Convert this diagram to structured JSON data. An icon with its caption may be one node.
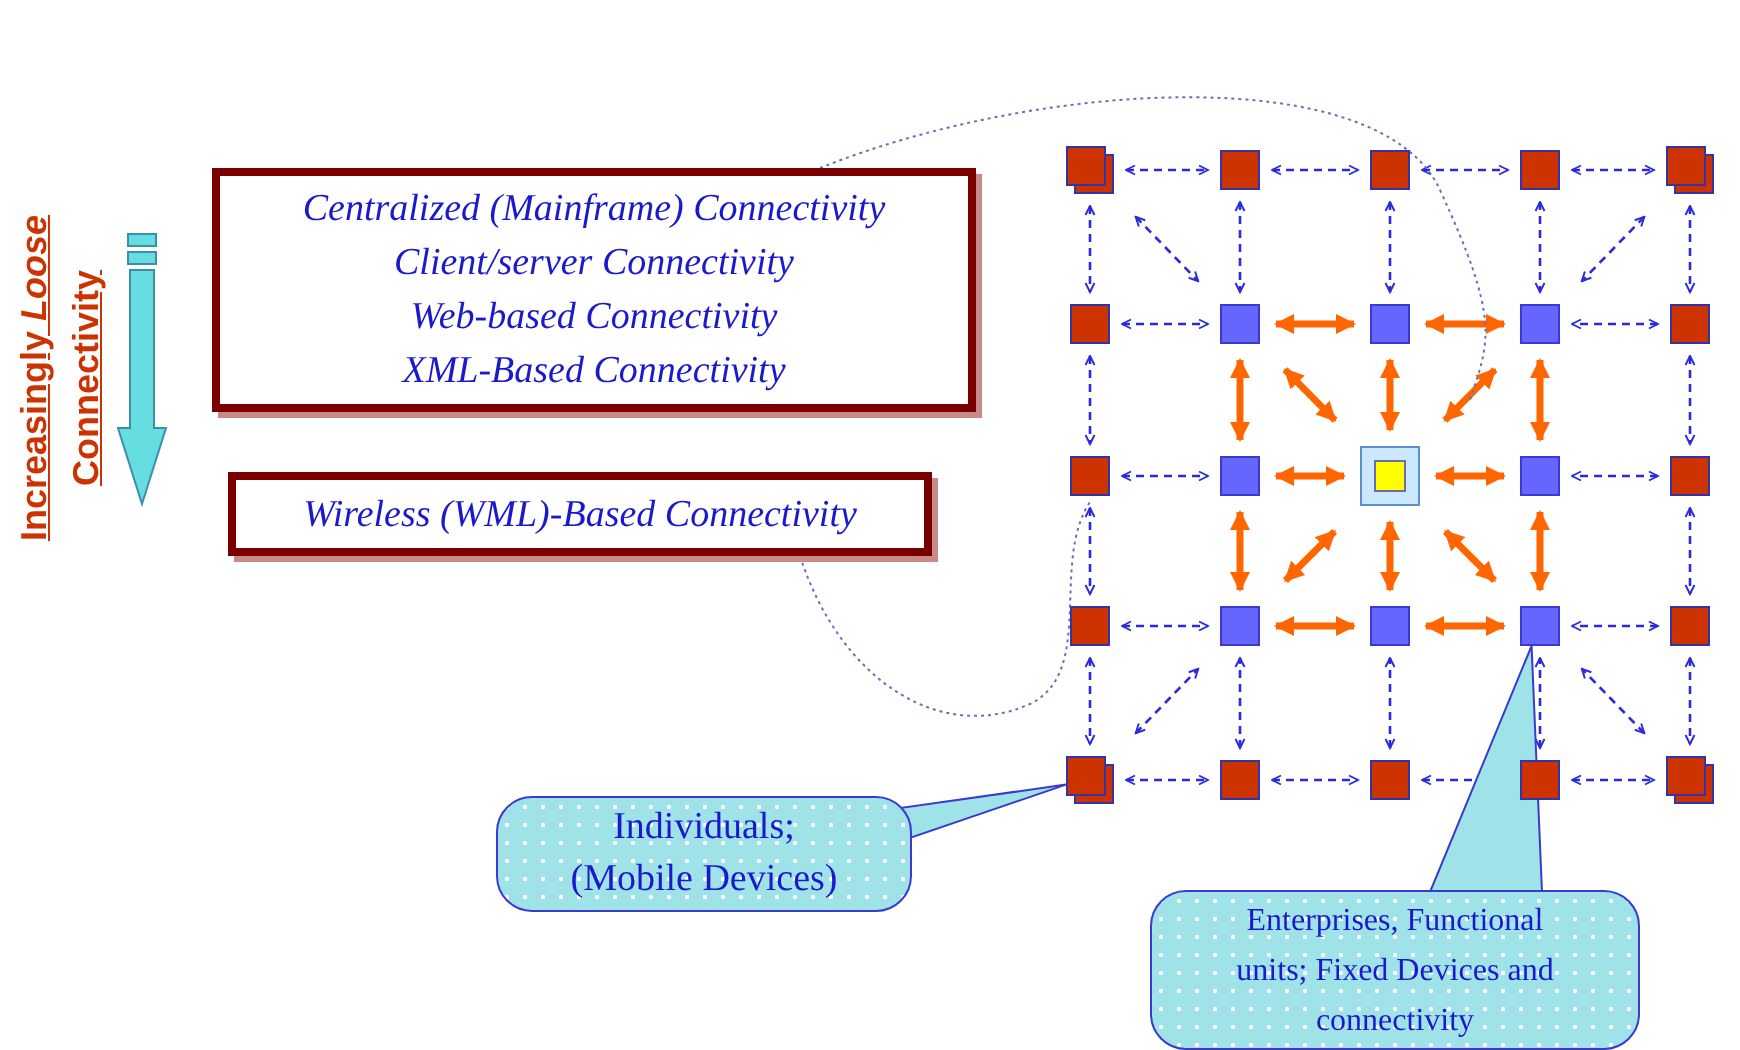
{
  "diagram": {
    "nodes": [
      {
        "text": [
          "Centralized (Mainframe) Connectivity",
          "Client/server Connectivity",
          "Web-based Connectivity",
          "XML-Based Connectivity"
        ]
      },
      {
        "text": [
          "Wireless (WML)-Based Connectivity"
        ]
      },
      {
        "text": [
          "Individuals; (Mobile Devices)"
        ]
      },
      {
        "text": [
          "Enterprises, Functional units; Fixed Devices and connectivity"
        ]
      },
      {
        "text": [],
        "shape": "box"
      },
      {
        "text": [],
        "shape": "box"
      },
      {
        "text": [],
        "shape": "box"
      },
      {
        "text": [],
        "shape": "box"
      },
      {
        "text": [],
        "shape": "box"
      },
      {
        "text": [],
        "shape": "box"
      },
      {
        "text": [],
        "shape": "box"
      },
      {
        "text": [],
        "shape": "box"
      },
      {
        "text": [],
        "shape": "box"
      },
      {
        "text": [],
        "shape": "box"
      },
      {
        "text": [],
        "shape": "box"
      },
      {
        "text": [],
        "shape": "box"
      },
      {
        "text": [],
        "shape": "box"
      },
      {
        "text": [],
        "shape": "box"
      },
      {
        "text": [],
        "shape": "box"
      },
      {
        "text": [],
        "shape": "box"
      },
      {
        "text": [],
        "shape": "box"
      },
      {
        "text": [],
        "shape": "box"
      },
      {
        "text": [],
        "shape": "box"
      },
      {
        "text": [],
        "shape": "box"
      },
      {
        "text": [],
        "shape": "box"
      },
      {
        "text": [],
        "shape": "box"
      },
      {
        "text": [],
        "shape": "box"
      },
      {
        "text": [],
        "shape": "box"
      },
      {
        "text": [],
        "shape": "box"
      }
    ],
    "edges": [
      {
        "from": 4,
        "to": 5,
        "arrow": "both",
        "style": "dashed"
      },
      {
        "from": 5,
        "to": 6,
        "arrow": "both",
        "style": "dashed"
      },
      {
        "from": 6,
        "to": 7,
        "arrow": "both",
        "style": "dashed"
      },
      {
        "from": 7,
        "to": 8,
        "arrow": "both",
        "style": "dashed"
      },
      {
        "from": 24,
        "to": 25,
        "arrow": "both",
        "style": "dashed"
      },
      {
        "from": 25,
        "to": 26,
        "arrow": "both",
        "style": "dashed"
      },
      {
        "from": 26,
        "to": 27,
        "arrow": "both",
        "style": "dashed"
      },
      {
        "from": 27,
        "to": 28,
        "arrow": "both",
        "style": "dashed"
      },
      {
        "from": 4,
        "to": 9,
        "arrow": "both",
        "style": "dashed"
      },
      {
        "from": 9,
        "to": 14,
        "arrow": "both",
        "style": "dashed"
      },
      {
        "from": 14,
        "to": 19,
        "arrow": "both",
        "style": "dashed"
      },
      {
        "from": 19,
        "to": 24,
        "arrow": "both",
        "style": "dashed"
      },
      {
        "from": 8,
        "to": 13,
        "arrow": "both",
        "style": "dashed"
      },
      {
        "from": 13,
        "to": 18,
        "arrow": "both",
        "style": "dashed"
      },
      {
        "from": 18,
        "to": 23,
        "arrow": "both",
        "style": "dashed"
      },
      {
        "from": 23,
        "to": 28,
        "arrow": "both",
        "style": "dashed"
      },
      {
        "from": 5,
        "to": 10,
        "arrow": "both",
        "style": "dashed"
      },
      {
        "from": 6,
        "to": 11,
        "arrow": "both",
        "style": "dashed"
      },
      {
        "from": 7,
        "to": 12,
        "arrow": "both",
        "style": "dashed"
      },
      {
        "from": 9,
        "to": 10,
        "arrow": "both",
        "style": "dashed"
      },
      {
        "from": 14,
        "to": 15,
        "arrow": "both",
        "style": "dashed"
      },
      {
        "from": 19,
        "to": 20,
        "arrow": "both",
        "style": "dashed"
      },
      {
        "from": 13,
        "to": 12,
        "arrow": "both",
        "style": "dashed"
      },
      {
        "from": 18,
        "to": 17,
        "arrow": "both",
        "style": "dashed"
      },
      {
        "from": 23,
        "to": 22,
        "arrow": "both",
        "style": "dashed"
      },
      {
        "from": 25,
        "to": 20,
        "arrow": "both",
        "style": "dashed"
      },
      {
        "from": 26,
        "to": 21,
        "arrow": "both",
        "style": "dashed"
      },
      {
        "from": 27,
        "to": 22,
        "arrow": "both",
        "style": "dashed"
      },
      {
        "from": 4,
        "to": 10,
        "arrow": "both",
        "style": "dashed"
      },
      {
        "from": 8,
        "to": 12,
        "arrow": "both",
        "style": "dashed"
      },
      {
        "from": 24,
        "to": 20,
        "arrow": "both",
        "style": "dashed"
      },
      {
        "from": 28,
        "to": 22,
        "arrow": "both",
        "style": "dashed"
      },
      {
        "from": 10,
        "to": 11,
        "arrow": "both",
        "style": "thick",
        "color": "#ff6600"
      },
      {
        "from": 11,
        "to": 12,
        "arrow": "both",
        "style": "thick",
        "color": "#ff6600"
      },
      {
        "from": 10,
        "to": 15,
        "arrow": "both",
        "style": "thick",
        "color": "#ff6600"
      },
      {
        "from": 12,
        "to": 17,
        "arrow": "both",
        "style": "thick",
        "color": "#ff6600"
      },
      {
        "from": 15,
        "to": 20,
        "arrow": "both",
        "style": "thick",
        "color": "#ff6600"
      },
      {
        "from": 17,
        "to": 22,
        "arrow": "both",
        "style": "thick",
        "color": "#ff6600"
      },
      {
        "from": 20,
        "to": 21,
        "arrow": "both",
        "style": "thick",
        "color": "#ff6600"
      },
      {
        "from": 21,
        "to": 22,
        "arrow": "both",
        "style": "thick",
        "color": "#ff6600"
      },
      {
        "from": 16,
        "to": 10,
        "arrow": "both",
        "style": "thick",
        "color": "#ff6600"
      },
      {
        "from": 16,
        "to": 11,
        "arrow": "both",
        "style": "thick",
        "color": "#ff6600"
      },
      {
        "from": 16,
        "to": 12,
        "arrow": "both",
        "style": "thick",
        "color": "#ff6600"
      },
      {
        "from": 16,
        "to": 15,
        "arrow": "both",
        "style": "thick",
        "color": "#ff6600"
      },
      {
        "from": 16,
        "to": 17,
        "arrow": "both",
        "style": "thick",
        "color": "#ff6600"
      },
      {
        "from": 16,
        "to": 20,
        "arrow": "both",
        "style": "thick",
        "color": "#ff6600"
      },
      {
        "from": 16,
        "to": 21,
        "arrow": "both",
        "style": "thick",
        "color": "#ff6600"
      },
      {
        "from": 16,
        "to": 22,
        "arrow": "both",
        "style": "thick",
        "color": "#ff6600"
      },
      {
        "from": 0,
        "to": null,
        "arrow": "none",
        "style": "dashed",
        "color": "#6670b8"
      },
      {
        "from": 1,
        "to": 14,
        "arrow": "none",
        "style": "dashed",
        "color": "#6670b8"
      },
      {
        "from": 2,
        "to": 24,
        "arrow": "none",
        "color": "#9fe3e8"
      },
      {
        "from": 3,
        "to": 22,
        "arrow": "none",
        "color": "#9fe3e8"
      }
    ],
    "labels": [
      "Increasingly *Loose* Connectivity"
    ]
  }
}
